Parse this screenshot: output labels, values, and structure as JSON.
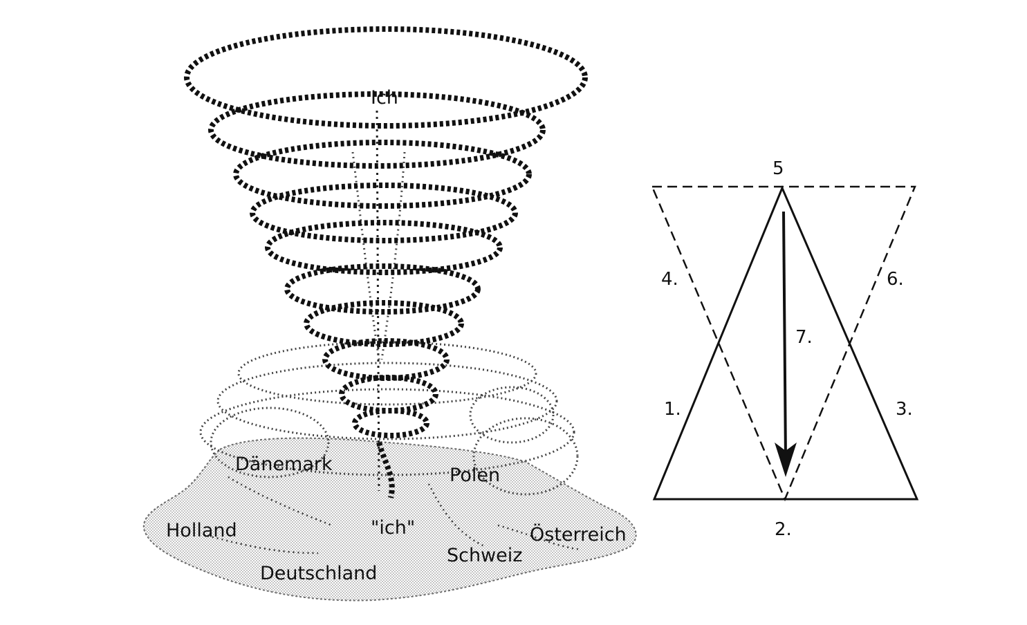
{
  "vortex": {
    "top_label": "Ich",
    "base_labels": {
      "daenemark": "Dänemark",
      "polen": "Polen",
      "holland": "Holland",
      "ich_quoted": "\"ich\"",
      "oesterreich": "Österreich",
      "schweiz": "Schweiz",
      "deutschland": "Deutschland"
    }
  },
  "hexagram": {
    "apex_label": "5",
    "labels": {
      "l1": "1.",
      "l2": "2.",
      "l3": "3.",
      "l4": "4.",
      "l6": "6.",
      "l7": "7."
    }
  },
  "colors": {
    "ink": "#111111",
    "ground_fill": "#c9c9c9",
    "background": "#ffffff"
  }
}
